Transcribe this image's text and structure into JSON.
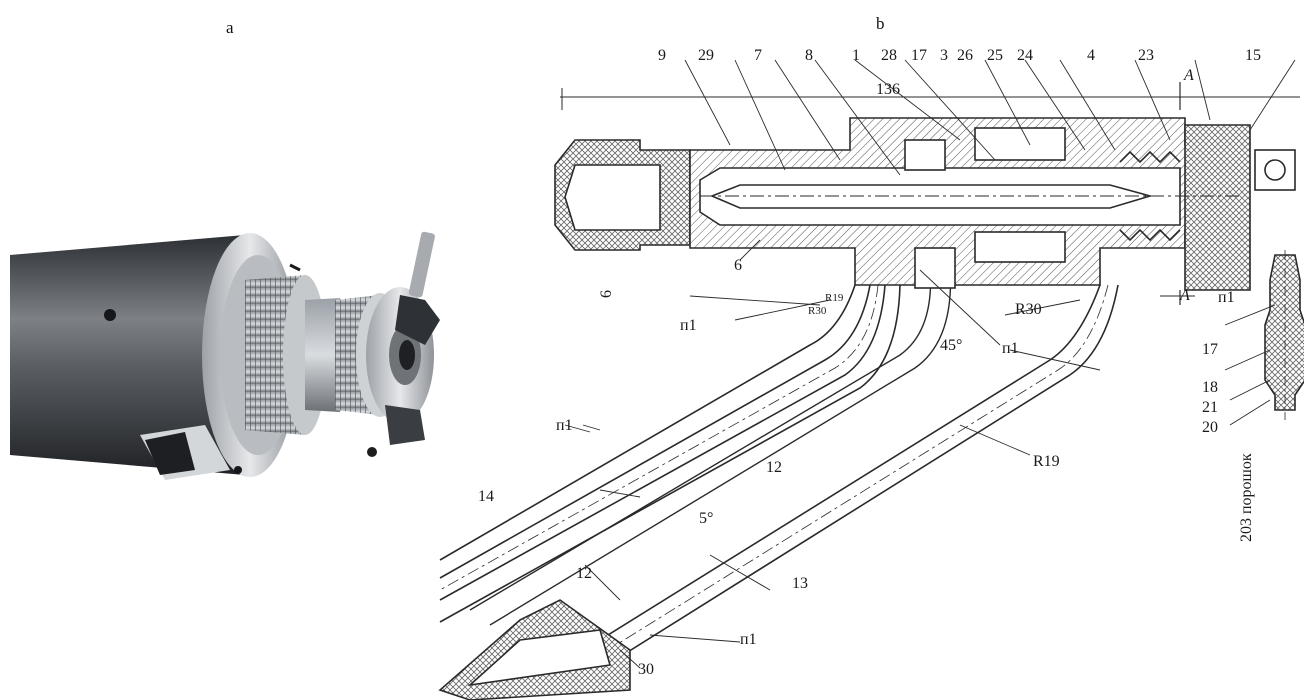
{
  "panels": {
    "a": "a",
    "b": "b"
  },
  "labels": {
    "l9": "9",
    "l29": "29",
    "l7": "7",
    "l8": "8",
    "l1": "1",
    "l28": "28",
    "l17a": "17",
    "l3": "3",
    "l26": "26",
    "l25": "25",
    "l24": "24",
    "l4": "4",
    "l23": "23",
    "l15": "15",
    "l136": "136",
    "lA1": "A",
    "lA2": "A",
    "l6a": "6",
    "l6b": "6",
    "lR19a": "R19",
    "lR30a": "R30",
    "lR30b": "R30",
    "lp1a": "п1",
    "lp1b": "п1",
    "lp1c": "п1",
    "lp1d": "п1",
    "lp1e": "п1",
    "l45": "45°",
    "l5": "5°",
    "l17b": "17",
    "l18": "18",
    "l21": "21",
    "l20": "20",
    "lR19b": "R19",
    "l14": "14",
    "l12a": "12",
    "l12b": "12",
    "l13": "13",
    "l30": "30",
    "powder": "203 порошок"
  },
  "colors": {
    "metal_dark": "#3a3d42",
    "metal_mid": "#8a8e94",
    "metal_light": "#d8dadd",
    "ink": "#2a2a2a"
  }
}
